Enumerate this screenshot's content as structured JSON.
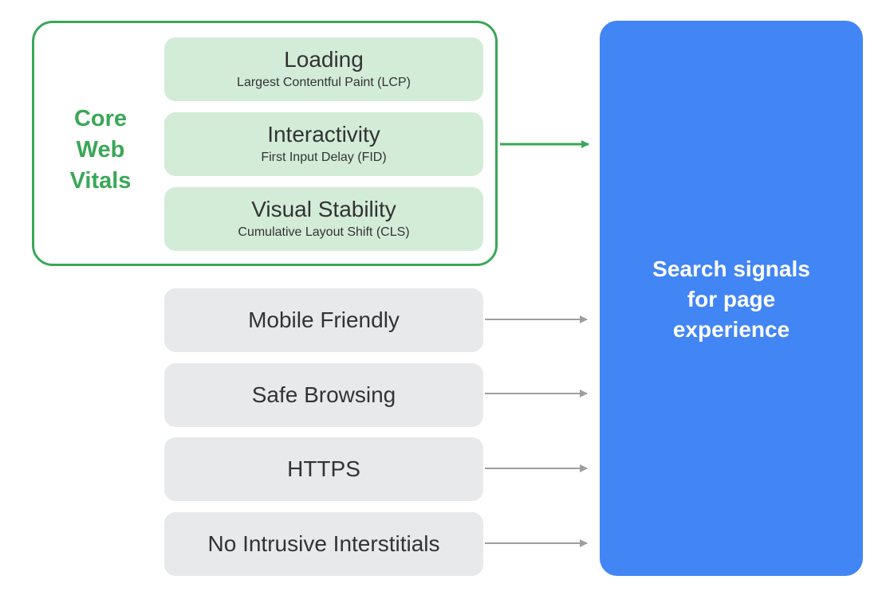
{
  "core_web_vitals": {
    "label_lines": [
      "Core",
      "Web",
      "Vitals"
    ],
    "color": "#3aa757",
    "items": [
      {
        "title": "Loading",
        "subtitle": "Largest Contentful Paint (LCP)"
      },
      {
        "title": "Interactivity",
        "subtitle": "First Input Delay (FID)"
      },
      {
        "title": "Visual Stability",
        "subtitle": "Cumulative Layout Shift (CLS)"
      }
    ]
  },
  "other_signals": [
    {
      "title": "Mobile Friendly"
    },
    {
      "title": "Safe Browsing"
    },
    {
      "title": "HTTPS"
    },
    {
      "title": "No Intrusive Interstitials"
    }
  ],
  "target": {
    "lines": [
      "Search signals",
      "for page",
      "experience"
    ],
    "color": "#4285f4"
  },
  "colors": {
    "green_box": "#d3ecd8",
    "gray_box": "#e8e9eb",
    "green_arrow": "#3aa757",
    "gray_arrow": "#9e9e9e"
  }
}
